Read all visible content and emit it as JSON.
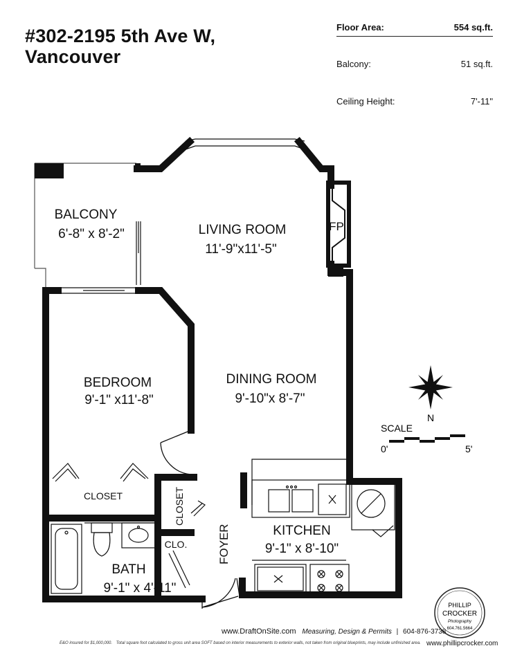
{
  "address": {
    "line1": "#302-2195 5th Ave W,",
    "line2": "Vancouver"
  },
  "stats": [
    {
      "label": "Floor Area:",
      "value": "554 sq.ft."
    },
    {
      "label": "Balcony:",
      "value": "51 sq.ft."
    },
    {
      "label": "Ceiling Height:",
      "value": "7'-11\""
    }
  ],
  "rooms": {
    "balcony": {
      "name": "BALCONY",
      "dims": "6'-8\" x 8'-2\""
    },
    "living": {
      "name": "LIVING ROOM",
      "dims": "11'-9\"x11'-5\""
    },
    "fireplace": "FP",
    "bedroom": {
      "name": "BEDROOM",
      "dims": "9'-1\" x11'-8\""
    },
    "dining": {
      "name": "DINING ROOM",
      "dims": "9'-10\"x 8'-7\""
    },
    "closet": "CLOSET",
    "closet_small": "CLOSET",
    "clo": "CLO.",
    "foyer": "FOYER",
    "kitchen": {
      "name": "KITCHEN",
      "dims": "9'-1\" x 8'-10\""
    },
    "bath": {
      "name": "BATH",
      "dims": "9'-1\" x 4'-11\""
    }
  },
  "compass": {
    "label": "N"
  },
  "scale": {
    "title": "SCALE",
    "min": "0'",
    "max": "5'"
  },
  "footer": {
    "site": "www.DraftOnSite.com",
    "service": "Measuring, Design & Permits",
    "phone": "604-876-3738",
    "disclaimer_a": "E&O insured for $1,000,000.",
    "disclaimer_b": "Total square foot calculated to gross unit area SOFT based on interior measurements to exterior walls, not taken from original blueprints, may include unfinished area.",
    "photographer_url": "www.phillipcrocker.com"
  },
  "stamp": {
    "line1": "PHILLIP",
    "line2": "CROCKER",
    "line3": "Photography",
    "line4": "604.761.5664"
  }
}
